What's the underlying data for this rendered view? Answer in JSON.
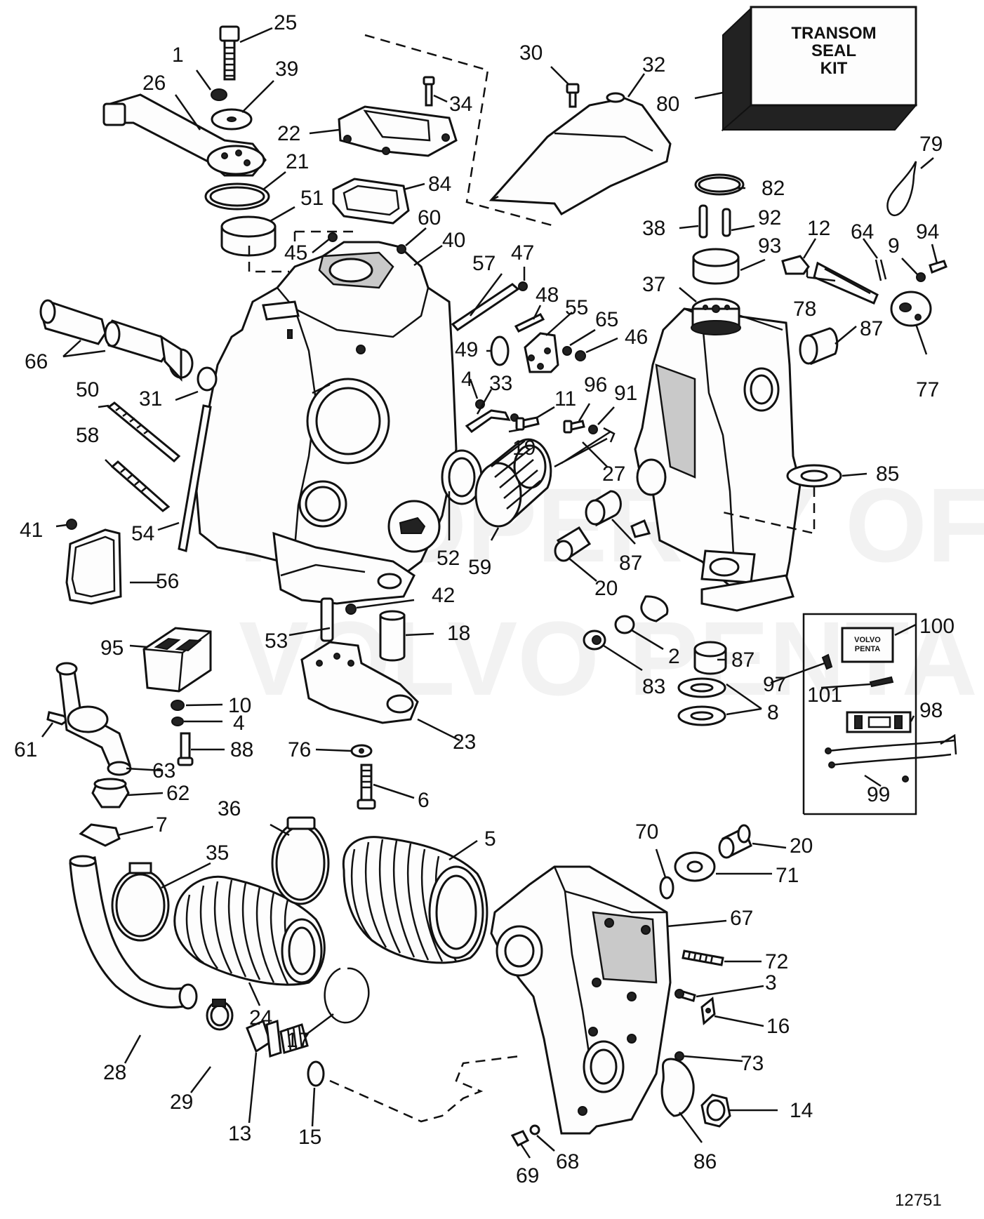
{
  "kit_box": {
    "lines": [
      "TRANSOM",
      "SEAL",
      "KIT"
    ]
  },
  "ref_number": "12751",
  "watermark": [
    "PROPERTY OF",
    "VOLVO PENTA"
  ],
  "decal_text": [
    "VOLVO",
    "PENTA"
  ],
  "callouts": [
    {
      "id": "c25",
      "label": "25"
    },
    {
      "id": "c1",
      "label": "1"
    },
    {
      "id": "c39",
      "label": "39"
    },
    {
      "id": "c26",
      "label": "26"
    },
    {
      "id": "c34",
      "label": "34"
    },
    {
      "id": "c22",
      "label": "22"
    },
    {
      "id": "c21",
      "label": "21"
    },
    {
      "id": "c51",
      "label": "51"
    },
    {
      "id": "c84",
      "label": "84"
    },
    {
      "id": "c30",
      "label": "30"
    },
    {
      "id": "c32",
      "label": "32"
    },
    {
      "id": "c80",
      "label": "80"
    },
    {
      "id": "c79",
      "label": "79"
    },
    {
      "id": "c82",
      "label": "82"
    },
    {
      "id": "c38",
      "label": "38"
    },
    {
      "id": "c92",
      "label": "92"
    },
    {
      "id": "c12",
      "label": "12"
    },
    {
      "id": "c64",
      "label": "64"
    },
    {
      "id": "c94",
      "label": "94"
    },
    {
      "id": "c9",
      "label": "9"
    },
    {
      "id": "c93",
      "label": "93"
    },
    {
      "id": "c60",
      "label": "60"
    },
    {
      "id": "c45",
      "label": "45"
    },
    {
      "id": "c40",
      "label": "40"
    },
    {
      "id": "c57",
      "label": "57"
    },
    {
      "id": "c47",
      "label": "47"
    },
    {
      "id": "c37",
      "label": "37"
    },
    {
      "id": "c78",
      "label": "78"
    },
    {
      "id": "c48",
      "label": "48"
    },
    {
      "id": "c55",
      "label": "55"
    },
    {
      "id": "c65",
      "label": "65"
    },
    {
      "id": "c46",
      "label": "46"
    },
    {
      "id": "c87a",
      "label": "87"
    },
    {
      "id": "c77",
      "label": "77"
    },
    {
      "id": "c66",
      "label": "66"
    },
    {
      "id": "c49",
      "label": "49"
    },
    {
      "id": "c31",
      "label": "31"
    },
    {
      "id": "c50",
      "label": "50"
    },
    {
      "id": "c4a",
      "label": "4"
    },
    {
      "id": "c33",
      "label": "33"
    },
    {
      "id": "c11",
      "label": "11"
    },
    {
      "id": "c96",
      "label": "96"
    },
    {
      "id": "c91",
      "label": "91"
    },
    {
      "id": "c19",
      "label": "19"
    },
    {
      "id": "c58",
      "label": "58"
    },
    {
      "id": "c27",
      "label": "27"
    },
    {
      "id": "c85",
      "label": "85"
    },
    {
      "id": "c41",
      "label": "41"
    },
    {
      "id": "c54",
      "label": "54"
    },
    {
      "id": "c52",
      "label": "52"
    },
    {
      "id": "c59",
      "label": "59"
    },
    {
      "id": "c87b",
      "label": "87"
    },
    {
      "id": "c56",
      "label": "56"
    },
    {
      "id": "c20a",
      "label": "20"
    },
    {
      "id": "c42",
      "label": "42"
    },
    {
      "id": "c100",
      "label": "100"
    },
    {
      "id": "c53",
      "label": "53"
    },
    {
      "id": "c18",
      "label": "18"
    },
    {
      "id": "c95",
      "label": "95"
    },
    {
      "id": "c2",
      "label": "2"
    },
    {
      "id": "c87c",
      "label": "87"
    },
    {
      "id": "c83",
      "label": "83"
    },
    {
      "id": "c97",
      "label": "97"
    },
    {
      "id": "c10",
      "label": "10"
    },
    {
      "id": "c101",
      "label": "101"
    },
    {
      "id": "c4b",
      "label": "4"
    },
    {
      "id": "c8",
      "label": "8"
    },
    {
      "id": "c98",
      "label": "98"
    },
    {
      "id": "c61",
      "label": "61"
    },
    {
      "id": "c23",
      "label": "23"
    },
    {
      "id": "c88",
      "label": "88"
    },
    {
      "id": "c76",
      "label": "76"
    },
    {
      "id": "c63",
      "label": "63"
    },
    {
      "id": "c99",
      "label": "99"
    },
    {
      "id": "c62",
      "label": "62"
    },
    {
      "id": "c6",
      "label": "6"
    },
    {
      "id": "c7",
      "label": "7"
    },
    {
      "id": "c36",
      "label": "36"
    },
    {
      "id": "c70",
      "label": "70"
    },
    {
      "id": "c5",
      "label": "5"
    },
    {
      "id": "c20b",
      "label": "20"
    },
    {
      "id": "c35",
      "label": "35"
    },
    {
      "id": "c71",
      "label": "71"
    },
    {
      "id": "c67",
      "label": "67"
    },
    {
      "id": "c72",
      "label": "72"
    },
    {
      "id": "c3",
      "label": "3"
    },
    {
      "id": "c24",
      "label": "24"
    },
    {
      "id": "c16",
      "label": "16"
    },
    {
      "id": "c17",
      "label": "17"
    },
    {
      "id": "c28",
      "label": "28"
    },
    {
      "id": "c73",
      "label": "73"
    },
    {
      "id": "c29",
      "label": "29"
    },
    {
      "id": "c14",
      "label": "14"
    },
    {
      "id": "c13",
      "label": "13"
    },
    {
      "id": "c15",
      "label": "15"
    },
    {
      "id": "c86",
      "label": "86"
    },
    {
      "id": "c68",
      "label": "68"
    },
    {
      "id": "c69",
      "label": "69"
    }
  ]
}
